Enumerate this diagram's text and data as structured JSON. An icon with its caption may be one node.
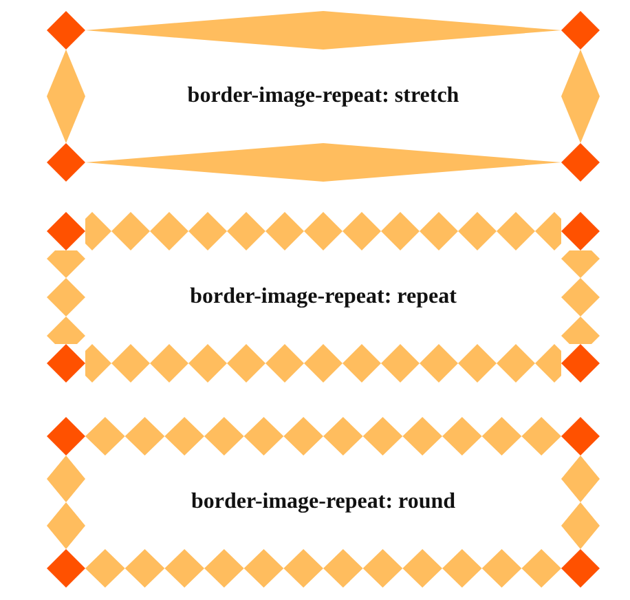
{
  "diagram": {
    "nodes": [
      {
        "text": [
          "border-image-repeat: stretch"
        ]
      },
      {
        "text": [
          "border-image-repeat: repeat"
        ]
      },
      {
        "text": [
          "border-image-repeat: round"
        ]
      }
    ]
  }
}
